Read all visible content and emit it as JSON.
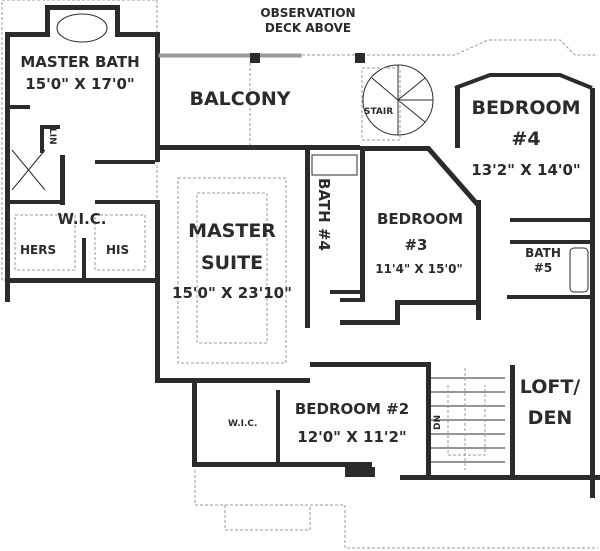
{
  "annotations": {
    "observation_deck": [
      "OBSERVATION",
      "DECK ABOVE"
    ]
  },
  "rooms": {
    "master_bath": {
      "name": "MASTER BATH",
      "dims": "15'0\" X 17'0\""
    },
    "linen": {
      "name": "LIN"
    },
    "wic_master": {
      "name": "W.I.C.",
      "hers": "HERS",
      "his": "HIS"
    },
    "balcony": {
      "name": "BALCONY"
    },
    "stair_spiral": {
      "name": "STAIR"
    },
    "master_suite": {
      "name_line1": "MASTER",
      "name_line2": "SUITE",
      "dims": "15'0\" X 23'10\""
    },
    "bath4": {
      "name": "BATH #4"
    },
    "bedroom3": {
      "name": "BEDROOM",
      "number": "#3",
      "dims": "11'4\" X 15'0\""
    },
    "bedroom4": {
      "name": "BEDROOM",
      "number": "#4",
      "dims": "13'2\" X 14'0\""
    },
    "bath5": {
      "name": "BATH",
      "number": "#5"
    },
    "bedroom2": {
      "name": "BEDROOM #2",
      "dims": "12'0\" X 11'2\""
    },
    "wic_bed2": {
      "name": "W.I.C."
    },
    "stair_main": {
      "label": "DN"
    },
    "loft": {
      "name_line1": "LOFT/",
      "name_line2": "DEN"
    }
  }
}
